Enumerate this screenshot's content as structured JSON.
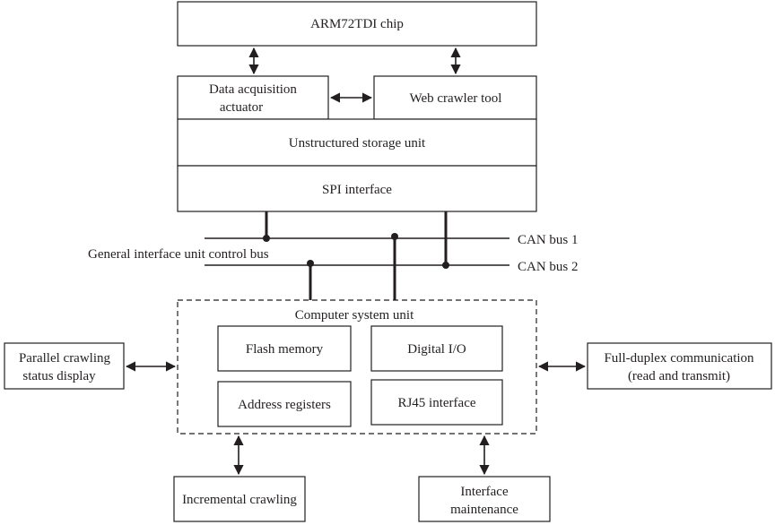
{
  "labels": {
    "arm_chip": "ARM72TDI chip",
    "data_acq_line1": "Data acquisition",
    "data_acq_line2": "actuator",
    "web_crawler": "Web crawler tool",
    "unstructured": "Unstructured storage unit",
    "spi": "SPI interface",
    "can_bus_1": "CAN bus 1",
    "can_bus_2": "CAN bus 2",
    "general_bus": "General interface unit control bus",
    "computer_unit": "Computer system unit",
    "flash": "Flash memory",
    "digital_io": "Digital I/O",
    "address_regs": "Address registers",
    "rj45": "RJ45 interface",
    "parallel_line1": "Parallel crawling",
    "parallel_line2": "status display",
    "fullduplex_line1": "Full-duplex communication",
    "fullduplex_line2": "(read and transmit)",
    "incremental": "Incremental crawling",
    "maint_line1": "Interface",
    "maint_line2": "maintenance"
  }
}
